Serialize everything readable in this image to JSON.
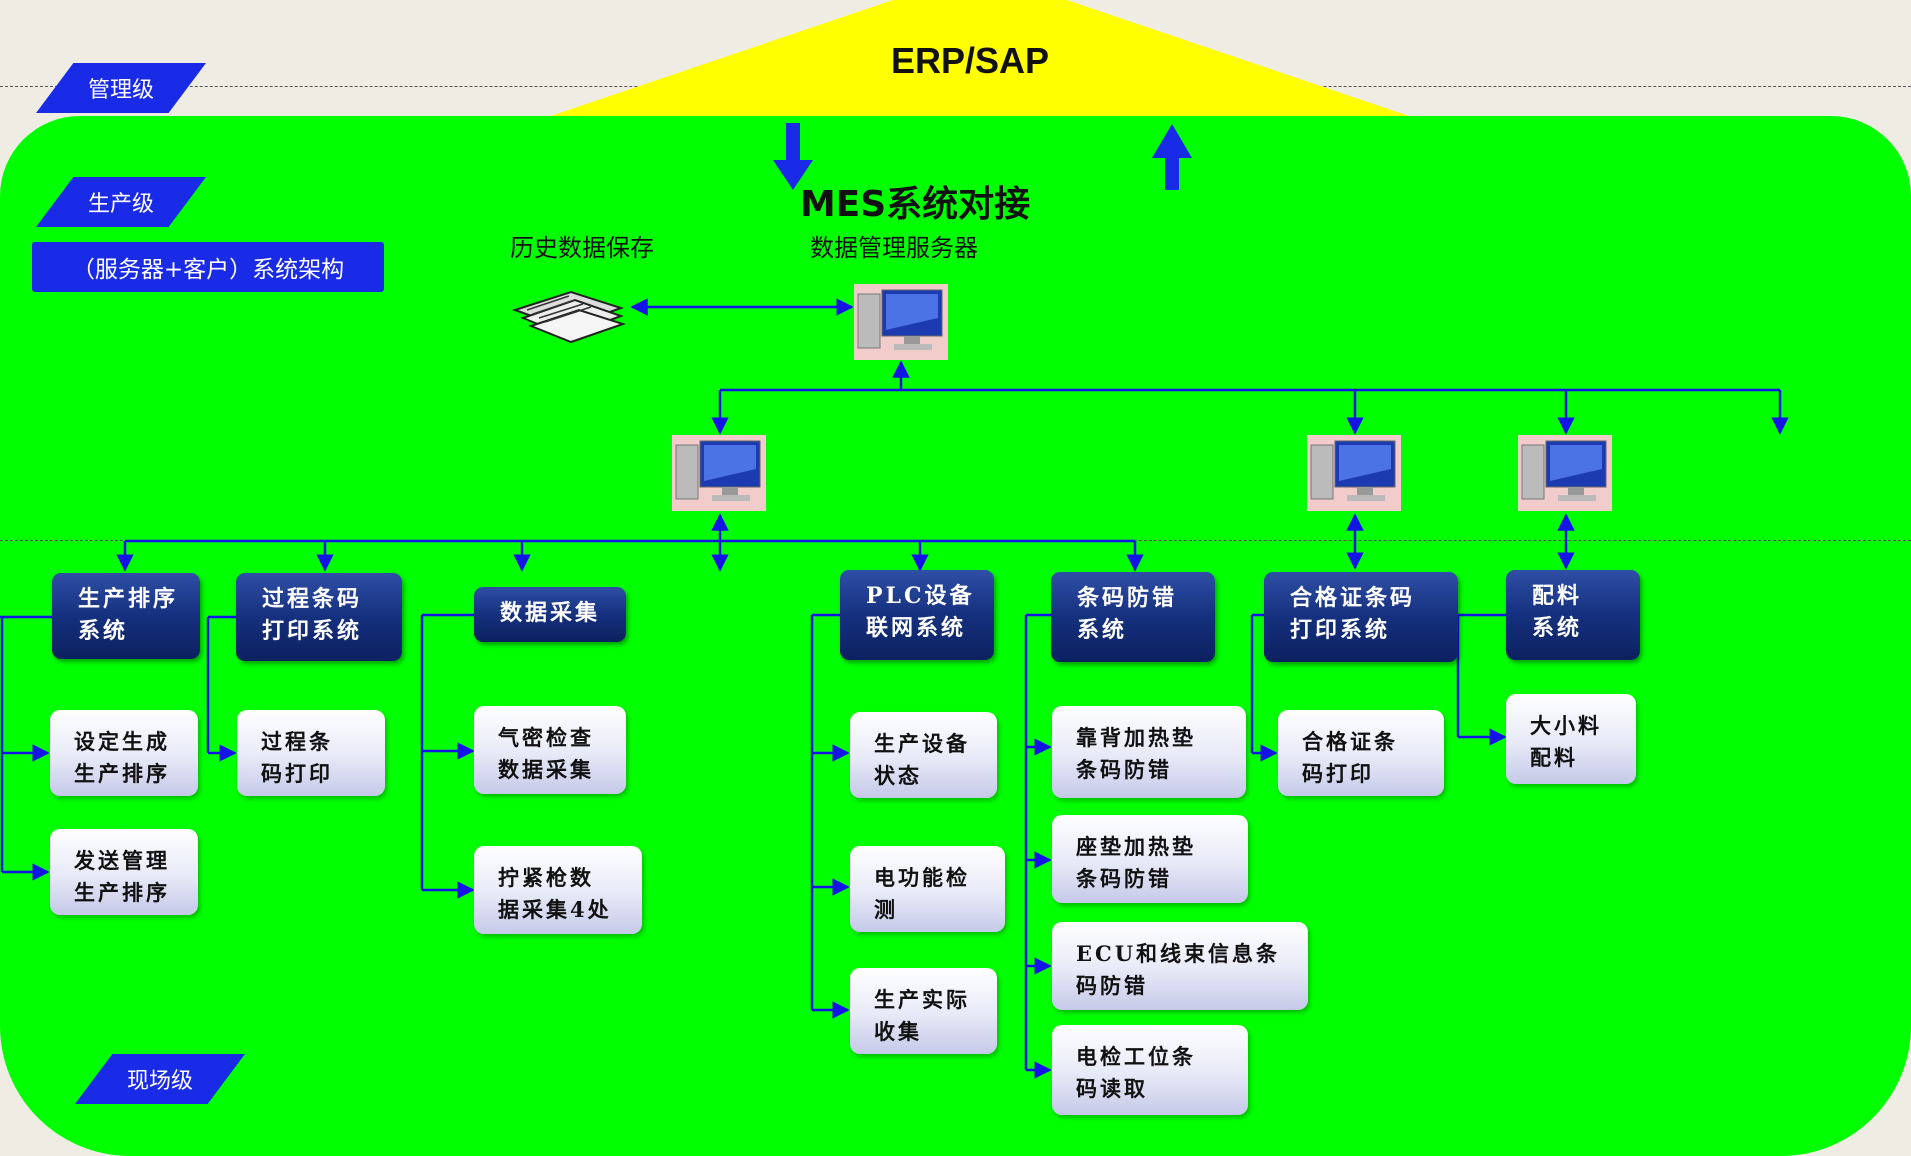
{
  "header": {
    "erp_label": "ERP/SAP",
    "levels": {
      "management": "管理级",
      "production": "生产级",
      "field": "现场级"
    },
    "architecture_tag": "（服务器+客户）系统架构"
  },
  "server_section": {
    "mes_title": "MES系统对接",
    "history_label": "历史数据保存",
    "server_label": "数据管理服务器"
  },
  "icons": {
    "computer": "computer-icon",
    "storage": "storage-disk-icon"
  },
  "systems": [
    {
      "id": "scheduling",
      "label": "生产排序\n系统"
    },
    {
      "id": "process-barcode",
      "label": "过程条码\n打印系统"
    },
    {
      "id": "data-collection",
      "label": "数据采集"
    },
    {
      "id": "plc",
      "label": "PLC设备\n联网系统"
    },
    {
      "id": "barcode-check",
      "label": "条码防错\n系统"
    },
    {
      "id": "certificate",
      "label": "合格证条码\n打印系统"
    },
    {
      "id": "kitting",
      "label": "配料\n系统"
    }
  ],
  "subsystems": [
    {
      "parent": "scheduling",
      "label": "设定生成\n生产排序"
    },
    {
      "parent": "scheduling",
      "label": "发送管理\n生产排序"
    },
    {
      "parent": "process-barcode",
      "label": "过程条\n码打印"
    },
    {
      "parent": "data-collection",
      "label": "气密检查\n数据采集"
    },
    {
      "parent": "data-collection",
      "label": "拧紧枪数\n据采集4处"
    },
    {
      "parent": "plc",
      "label": "生产设备\n状态"
    },
    {
      "parent": "plc",
      "label": "电功能检\n测"
    },
    {
      "parent": "plc",
      "label": "生产实际\n收集"
    },
    {
      "parent": "barcode-check",
      "label": "靠背加热垫\n条码防错"
    },
    {
      "parent": "barcode-check",
      "label": "座垫加热垫\n条码防错"
    },
    {
      "parent": "barcode-check",
      "label": "ECU和线束信息条\n码防错"
    },
    {
      "parent": "barcode-check",
      "label": "电检工位条\n码读取"
    },
    {
      "parent": "certificate",
      "label": "合格证条\n码打印"
    },
    {
      "parent": "kitting",
      "label": "大小料\n配料"
    }
  ],
  "colors": {
    "background": "#efede3",
    "production_area": "#00ff00",
    "erp_triangle": "#ffff00",
    "level_tag": "#1a2be8",
    "connector": "#1414e6",
    "system_box": "#15307e",
    "subsystem_box": "#e7e9f7"
  }
}
